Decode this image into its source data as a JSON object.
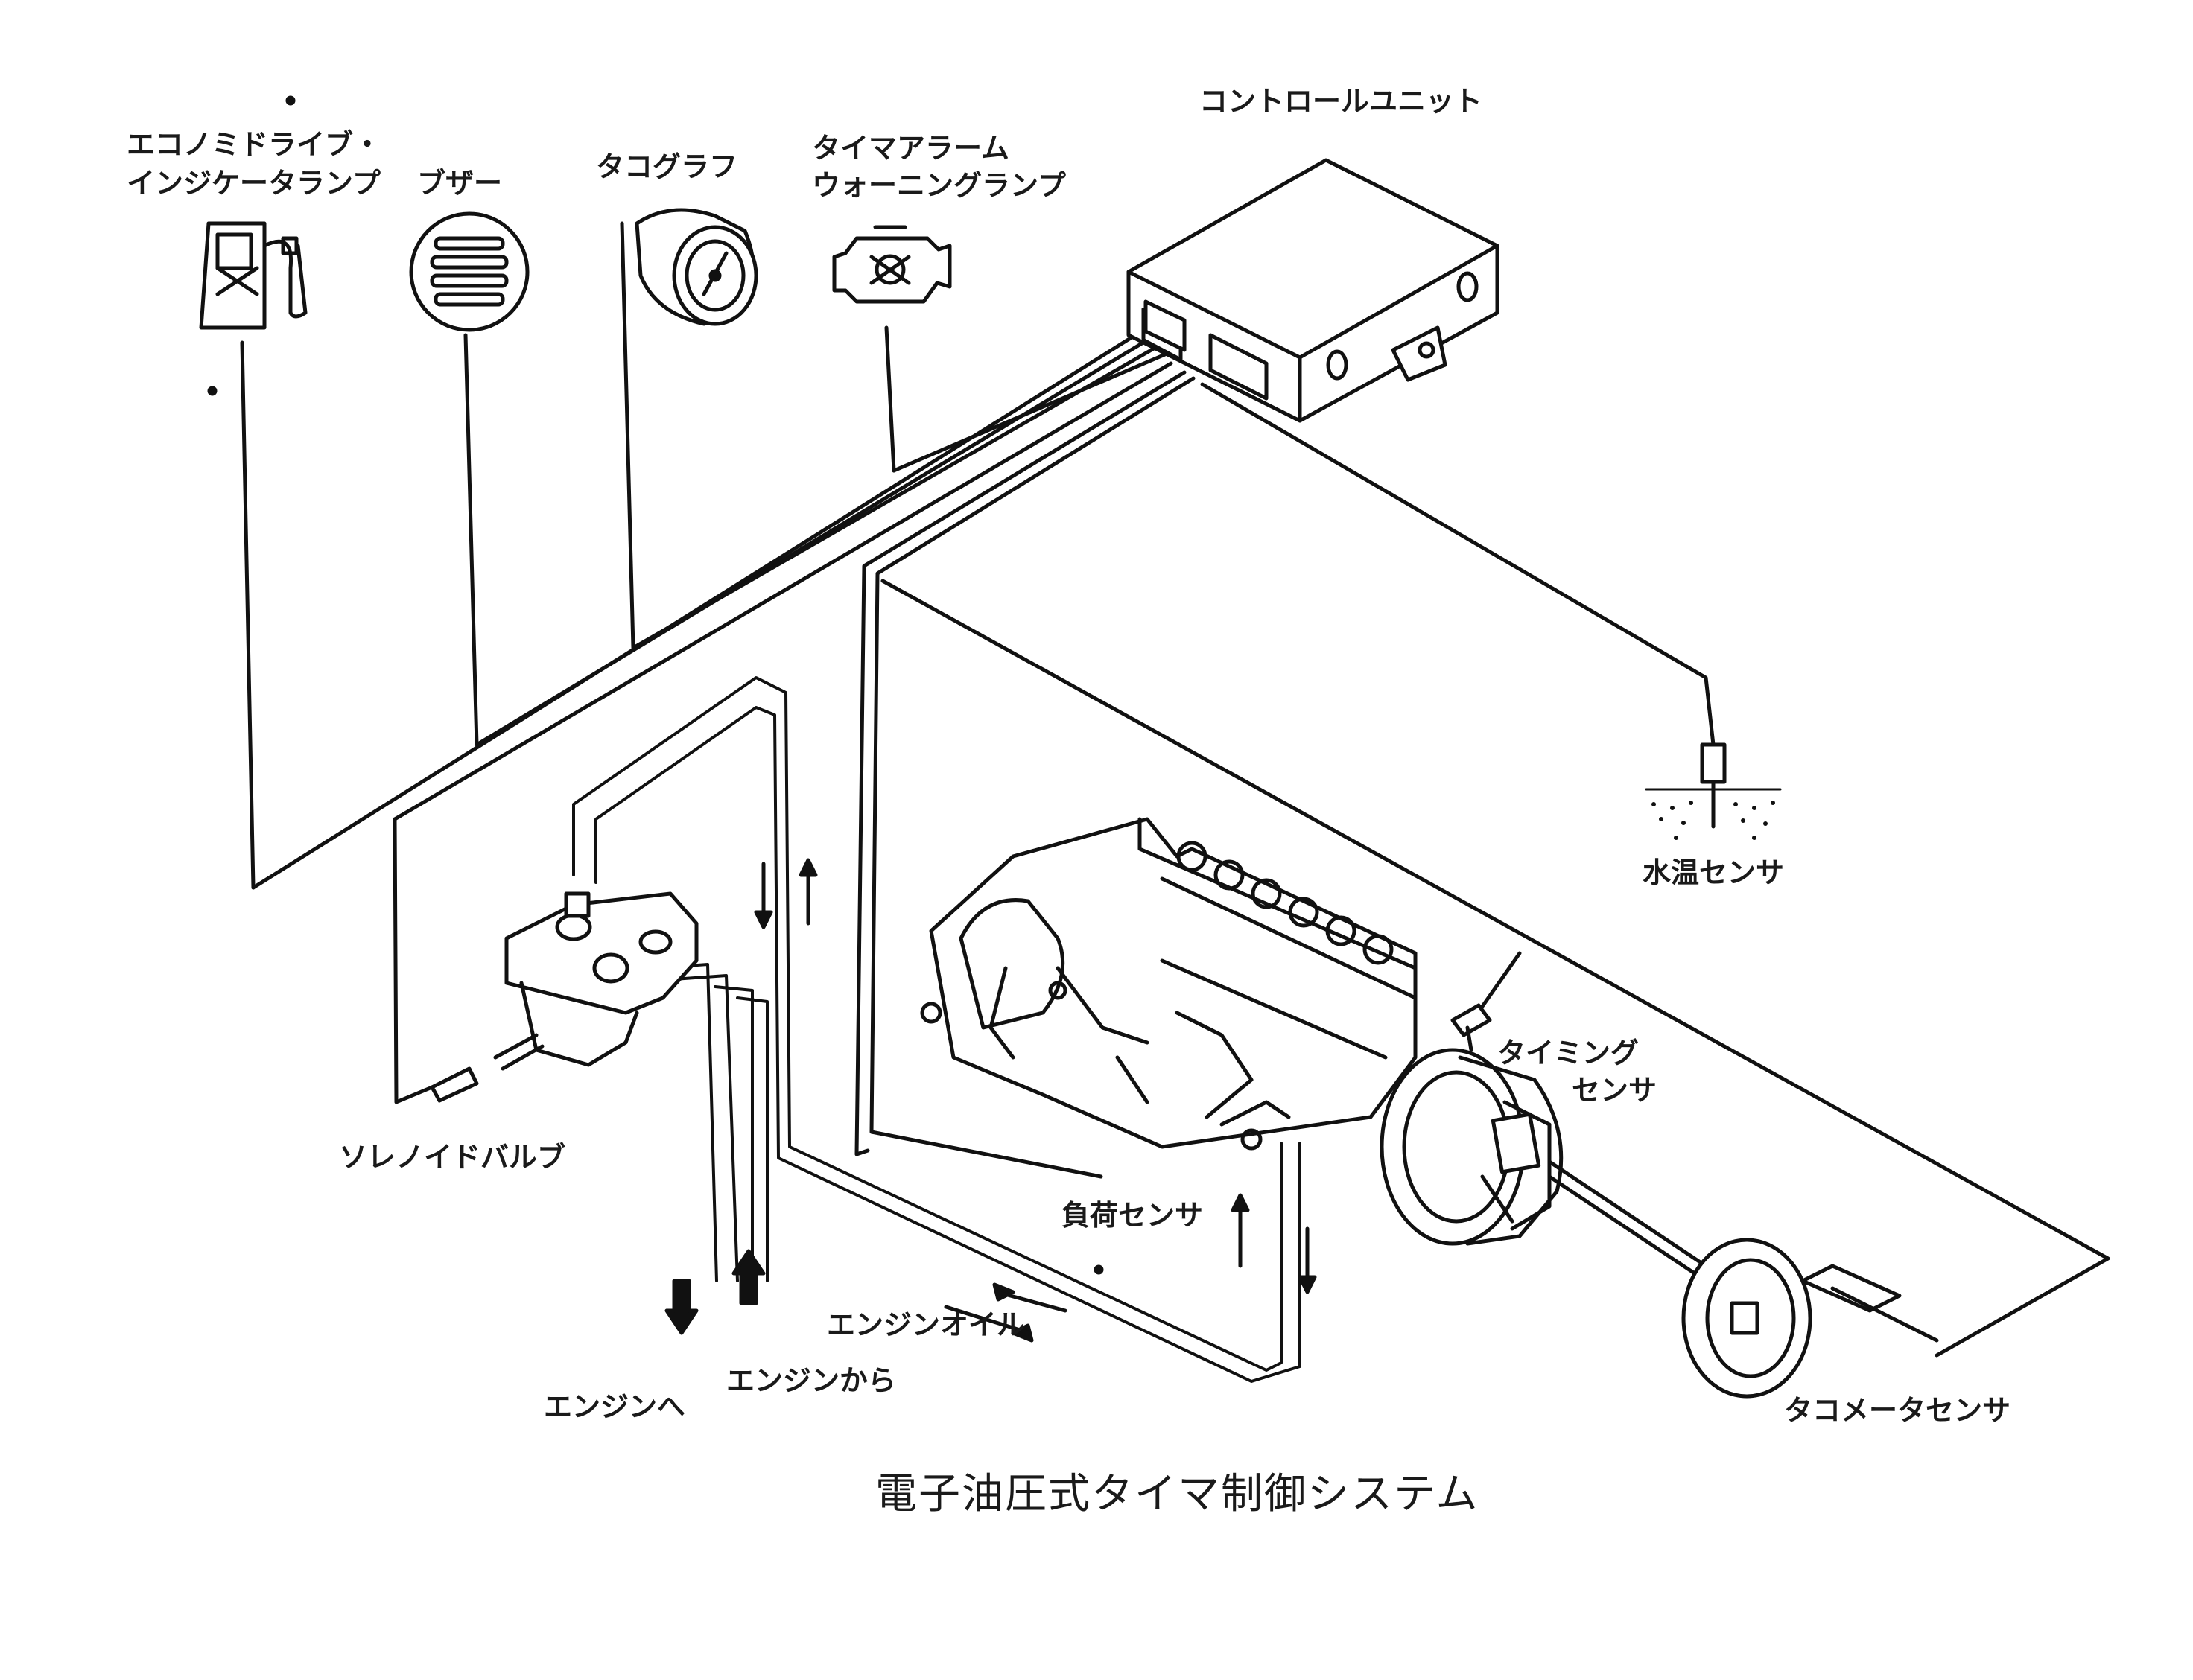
{
  "labels": {
    "economy_lamp_line1": "エコノミドライブ・",
    "economy_lamp_line2": "インジケータランプ",
    "buzzer": "ブザー",
    "tachograph": "タコグラフ",
    "timer_alarm_line1": "タイマアラーム",
    "timer_alarm_line2": "ウォーニングランプ",
    "control_unit": "コントロールユニット",
    "water_temp_sensor": "水温センサ",
    "timing_sensor_line1": "タイミング",
    "timing_sensor_line2": "センサ",
    "solenoid_valve": "ソレノイドバルブ",
    "load_sensor": "負荷センサ",
    "engine_oil": "エンジンオイル",
    "to_engine": "エンジンへ",
    "from_engine": "エンジンから",
    "tachometer_sensor": "タコメータセンサ"
  },
  "caption": "電子油圧式タイマ制御システム"
}
